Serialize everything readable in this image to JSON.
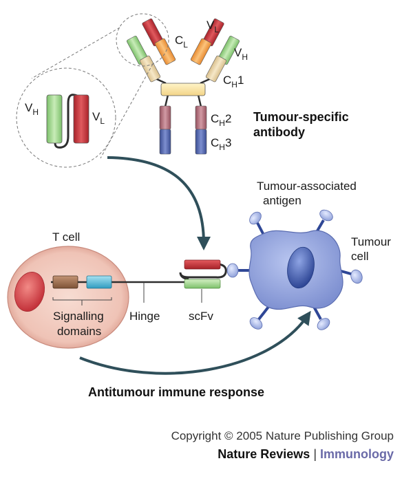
{
  "antibody": {
    "vl_label": "V",
    "vl_sub": "L",
    "cl_label": "C",
    "cl_sub": "L",
    "vh_label": "V",
    "vh_sub": "H",
    "ch1_label": "C",
    "ch1_sub": "H",
    "ch1_num": "1",
    "ch2_label": "C",
    "ch2_sub": "H",
    "ch2_num": "2",
    "ch3_label": "C",
    "ch3_sub": "H",
    "ch3_num": "3",
    "title_line1": "Tumour-specific",
    "title_line2": "antibody"
  },
  "inset": {
    "vh_label": "V",
    "vh_sub": "H",
    "vl_label": "V",
    "vl_sub": "L"
  },
  "tcell": {
    "title": "T cell",
    "signalling_line1": "Signalling",
    "signalling_line2": "domains",
    "hinge": "Hinge",
    "scfv": "scFv"
  },
  "tumour": {
    "antigen_line1": "Tumour-associated",
    "antigen_line2": "antigen",
    "cell_line1": "Tumour",
    "cell_line2": "cell"
  },
  "response_label": "Antitumour immune response",
  "footer": {
    "copyright": "Copyright © 2005 Nature Publishing Group",
    "journal": "Nature Reviews",
    "separator": "|",
    "section": "Immunology"
  },
  "colors": {
    "vl_red": "#c8323a",
    "cl_orange": "#f2a24e",
    "vh_green": "#9cd38a",
    "ch1_beige": "#e8d3a8",
    "hinge_yellow": "#fbe6a6",
    "ch2_mauve": "#b0707c",
    "ch3_blue": "#4f63a8",
    "tcell_fill": "#efc3b6",
    "nucleus_red": "#d34a4e",
    "signal_brown": "#9a6a4a",
    "signal_cyan": "#52bcd8",
    "tumour_blue": "#8c9ed8",
    "arrow": "#2f4f5a",
    "accent_purple": "#6a6aa8"
  }
}
